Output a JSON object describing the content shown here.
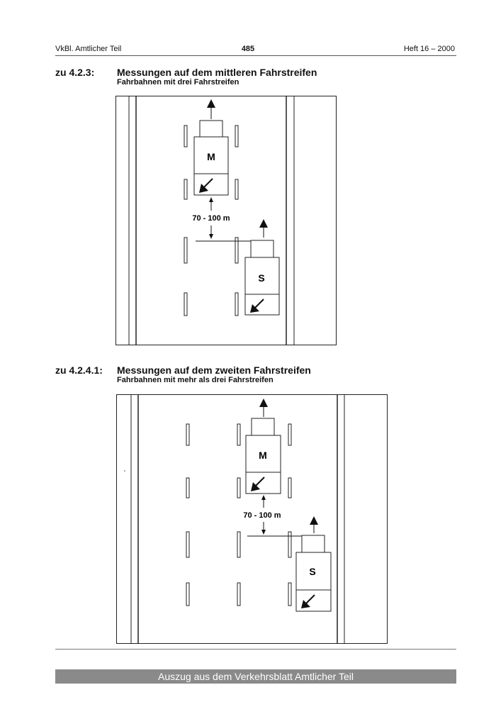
{
  "header": {
    "left": "VkBl. Amtlicher Teil",
    "page_number": "485",
    "right": "Heft 16 – 2000"
  },
  "sections": [
    {
      "number": "zu 4.2.3:",
      "title": "Messungen auf dem mittleren Fahrstreifen",
      "subtitle": "Fahrbahnen mit drei Fahrstreifen",
      "vehicle_top_label": "M",
      "vehicle_bottom_label": "S",
      "distance_label": "70 - 100 m"
    },
    {
      "number": "zu 4.2.4.1:",
      "title": "Messungen auf dem zweiten Fahrstreifen",
      "subtitle": "Fahrbahnen mit mehr als drei Fahrstreifen",
      "vehicle_top_label": "M",
      "vehicle_bottom_label": "S",
      "distance_label": "70 - 100 m"
    }
  ],
  "footer": {
    "text": "Auszug aus dem Verkehrsblatt Amtlicher Teil"
  }
}
